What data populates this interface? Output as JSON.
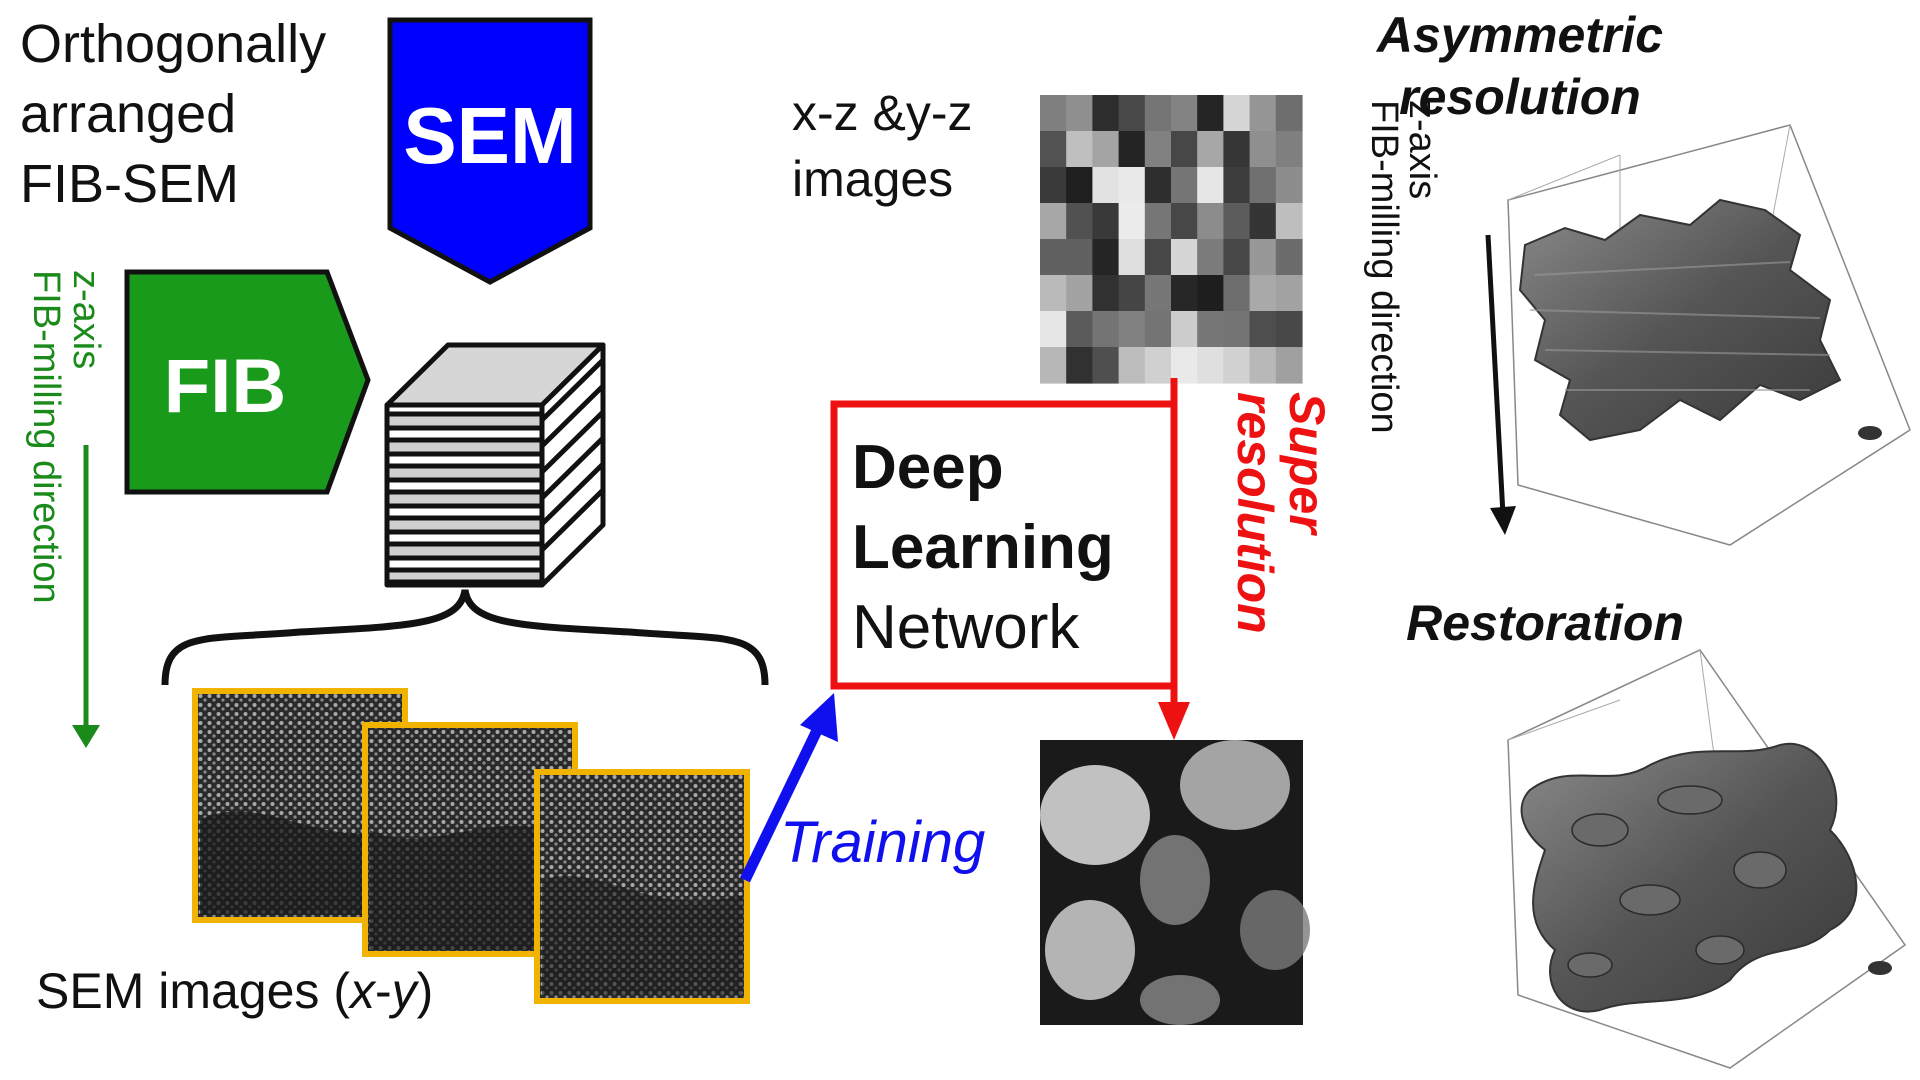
{
  "title_lines": [
    "Orthogonally",
    "arranged",
    "FIB-SEM"
  ],
  "sem_label": "SEM",
  "fib_label": "FIB",
  "left_axis": {
    "line1": "z-axis",
    "line2": "FIB-milling direction"
  },
  "sem_images_label": {
    "prefix": "SEM images (",
    "x": "x",
    "dash": "-",
    "y": "y",
    "suffix": ")"
  },
  "xz_label": [
    "x-z &y-z",
    "images"
  ],
  "network": {
    "line1": "Deep",
    "line2": "Learning",
    "line3": "Network"
  },
  "training_label": "Training",
  "super_resolution": [
    "Super",
    "resolution"
  ],
  "right_axis": {
    "line1": "z-axis",
    "line2": "FIB-milling direction"
  },
  "asymmetric": [
    "Asymmetric",
    "resolution"
  ],
  "restoration": "Restoration",
  "colors": {
    "sem_blue": "#0000ff",
    "fib_green": "#1a9a1a",
    "axis_green": "#1a8a1a",
    "network_red": "#ee1111",
    "training_blue": "#1010ee",
    "frame_orange": "#f0b400"
  },
  "icons": [
    "sem-pentagon-icon",
    "fib-pentagon-icon",
    "layered-cube-icon",
    "curly-brace-icon",
    "down-arrow-icon",
    "up-right-arrow-icon"
  ]
}
